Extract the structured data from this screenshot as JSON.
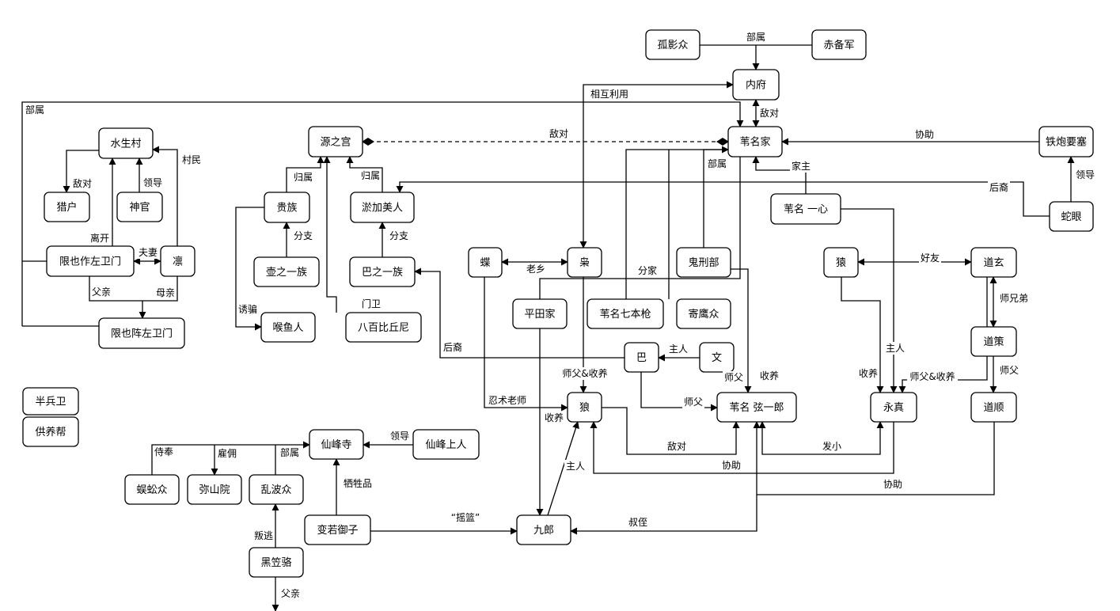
{
  "nodes": {
    "guyingzhong": "孤影众",
    "chibeijun": "赤备军",
    "neifu": "内府",
    "weimingjia": "苇名家",
    "tiepaoyaosai": "铁炮要塞",
    "shechuan": "蛇眼",
    "weiming_yixin": "苇名 一心",
    "yuanzhigong": "源之宫",
    "yujiameiren": "淤加美人",
    "guizu": "贵族",
    "shuishengcun": "水生村",
    "liehu": "猎户",
    "shenguan": "神官",
    "xianye_zuoweimen": "限也作左卫门",
    "lin": "凛",
    "xianye_zhenzuoweimen": "限也阵左卫门",
    "dou_zhi_yizu": "壶之一族",
    "ba_zhi_yizu": "巴之一族",
    "hou_yu_ren": "喉鱼人",
    "babai_biqiuni": "八百比丘尼",
    "die": "蝶",
    "xiao": "枭",
    "guixingbu": "鬼刑部",
    "pingtianjia": "平田家",
    "weiming_qibenqiang": "苇名七本枪",
    "jiying_zhong": "寄鹰众",
    "ba": "巴",
    "wen": "文",
    "lang": "狼",
    "weiming_xianyilang": "苇名 弦一郎",
    "yuan": "猿",
    "daoxuan": "道玄",
    "daoce": "道策",
    "yongzhen": "永真",
    "daoshun": "道顺",
    "banbingwei": "半兵卫",
    "gongyangbang": "供养帮",
    "xianfengsi": "仙峰寺",
    "xianfeng_shangren": "仙峰上人",
    "wugong_zhong": "蜈蚣众",
    "mishanyuan": "弥山院",
    "luanbo_zhong": "乱波众",
    "bianruo_yuzi": "变若御子",
    "jiulang": "九郎",
    "heili_luo": "黑笠骆"
  },
  "edge_labels": {
    "bushu": "部属",
    "xianghu_liyong": "相互利用",
    "diduei": "敌对",
    "xiezhu": "协助",
    "jiazhu": "家主",
    "houyi": "后裔",
    "lingdao": "领导",
    "guishu": "归属",
    "fenzhi": "分支",
    "youpian": "诱骗",
    "menwei": "门卫",
    "cunmin": "村民",
    "likai": "离开",
    "fuqi": "夫妻",
    "fuqin": "父亲",
    "muqin": "母亲",
    "laoxiang": "老乡",
    "fenjia": "分家",
    "haoyou": "好友",
    "zhuren": "主人",
    "shifu": "师父",
    "shouyang": "收养",
    "shifu_shouyang": "师父&收养",
    "shixiongdi": "师兄弟",
    "renshu_laoshi": "忍术老师",
    "faxiao": "发小",
    "shuzhi": "叔侄",
    "yaolan": "“摇篮”",
    "xishengpin": "牺牲品",
    "shifeng": "侍奉",
    "guyong": "雇佣",
    "pantao": "叛逃"
  },
  "colors": {
    "line": "#000000",
    "fill": "#ffffff"
  }
}
